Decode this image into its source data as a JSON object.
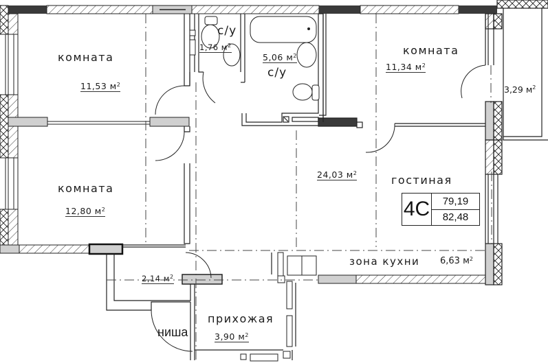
{
  "plan": {
    "apartment_type": "4С",
    "living_area": "79,19",
    "total_area": "82,48",
    "unit": "м",
    "unit_sup": "2"
  },
  "rooms": {
    "room_top_left": {
      "name": "комната",
      "area": "11,53"
    },
    "room_bottom_left": {
      "name": "комната",
      "area": "12,80"
    },
    "room_top_right": {
      "name": "комната",
      "area": "11,34"
    },
    "wc_small": {
      "name": "с/у",
      "area": "1,76"
    },
    "bathroom": {
      "name": "с/у",
      "area": "5,06"
    },
    "balcony": {
      "area": "3,29"
    },
    "living": {
      "name": "гостиная",
      "area": "24,03"
    },
    "kitchen": {
      "name": "зона кухни",
      "area": "6,63"
    },
    "storage": {
      "area": "2,14"
    },
    "hallway": {
      "name": "прихожая",
      "area": "3,90"
    },
    "niche": {
      "name": "ниша"
    }
  },
  "colors": {
    "wall": "#1a1a1a",
    "window_fill": "#d0d0d0",
    "dark_wall": "#3a3a3a",
    "background": "#ffffff"
  }
}
